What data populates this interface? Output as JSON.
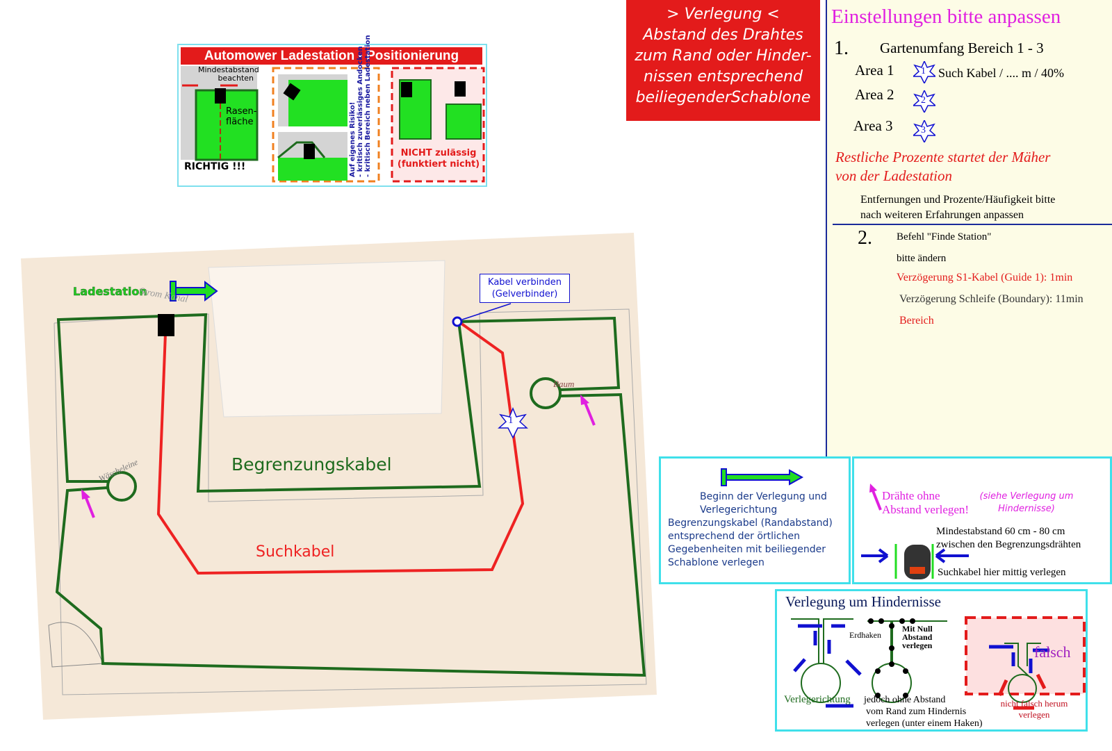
{
  "charging_station_box": {
    "title": "Automower Ladestation - Positionierung",
    "min_distance": "Mindestabstand beachten",
    "lawn": "Rasen-fläche",
    "correct": "RICHTIG !!!",
    "risk_lines": [
      "Auf eigenes Risiko!",
      "- kritisch zuverlässiges Andocken",
      "- kritisch Bereich neben Ladestation"
    ],
    "not_allowed": "NICHT zulässig",
    "not_working": "(funktiert nicht)"
  },
  "laying_box": {
    "lines": [
      "> Verlegung <",
      "Abstand des Drahtes",
      "zum Rand oder Hinder-",
      "nissen entsprechend",
      "beiliegenderSchablone"
    ]
  },
  "settings": {
    "title": "Einstellungen bitte anpassen",
    "step1_number": "1.",
    "step1_title": "Gartenumfang Bereich 1 - 3",
    "areas": [
      {
        "label": "Area 1",
        "badge": "1",
        "note": "Such Kabel / .... m / 40%"
      },
      {
        "label": "Area 2",
        "badge": "2",
        "note": ""
      },
      {
        "label": "Area 3",
        "badge": "3",
        "note": ""
      }
    ],
    "remaining_line1": "Restliche Prozente  startet der Mäher",
    "remaining_line2": "von der Ladestation",
    "adjust_line1": "Entfernungen und Prozente/Häufigkeit bitte",
    "adjust_line2": "nach weiteren Erfahrungen anpassen",
    "step2_number": "2.",
    "step2_title": "Befehl \"Finde Station\"",
    "step2_sub": "bitte ändern",
    "delay_guide": "Verzögerung S1-Kabel (Guide 1): 1min",
    "delay_boundary": "Verzögerung Schleife (Boundary): 11min",
    "area_word": "Bereich"
  },
  "sketch": {
    "station_label": "Ladestation",
    "connector_line1": "Kabel verbinden",
    "connector_line2": "(Gelverbinder)",
    "boundary_label": "Begrenzungskabel",
    "guide_label": "Suchkabel",
    "guide_badge": "1",
    "handwriting_tree": "Baum",
    "handwriting_left": "Wäscheleine",
    "handwriting_station": "Strom Kanal"
  },
  "legend_start": {
    "line1": "Beginn der Verlegung und",
    "line2": "Verlegerichtung",
    "line3": "Begrenzungskabel (Randabstand)",
    "line4": "entsprechend der örtlichen",
    "line5": "Gegebenheiten mit beiliegender",
    "line6": "Schablone verlegen"
  },
  "legend_wires": {
    "no_gap_1": "Drähte ohne",
    "no_gap_2": "Abstand verlegen!",
    "see_1": "(siehe Verlegung um",
    "see_2": "Hindernisse)",
    "min_1": "Mindestabstand 60 cm - 80 cm",
    "min_2": "zwischen den Begrenzungsdrähten",
    "center": "Suchkabel hier mittig verlegen"
  },
  "obstacles": {
    "title": "Verlegung um Hindernisse",
    "direction": "Verlegerichtung",
    "hooks": "Erdhaken",
    "zero_1": "Mit Null",
    "zero_2": "Abstand",
    "zero_3": "verlegen",
    "without_1": "jedoch ohne Abstand",
    "without_2": "vom Rand zum Hindernis",
    "without_3": "verlegen (unter einem Haken)",
    "wrong": "falsch",
    "wrong_1": "nicht falsch herum",
    "wrong_2": "verlegen"
  },
  "colors": {
    "boundary": "#1e6b1e",
    "guide": "#ee2222",
    "accent_red": "#e31b1b",
    "cyan": "#3fe0ea",
    "magenta": "#e020e0",
    "blue": "#1010d0"
  }
}
